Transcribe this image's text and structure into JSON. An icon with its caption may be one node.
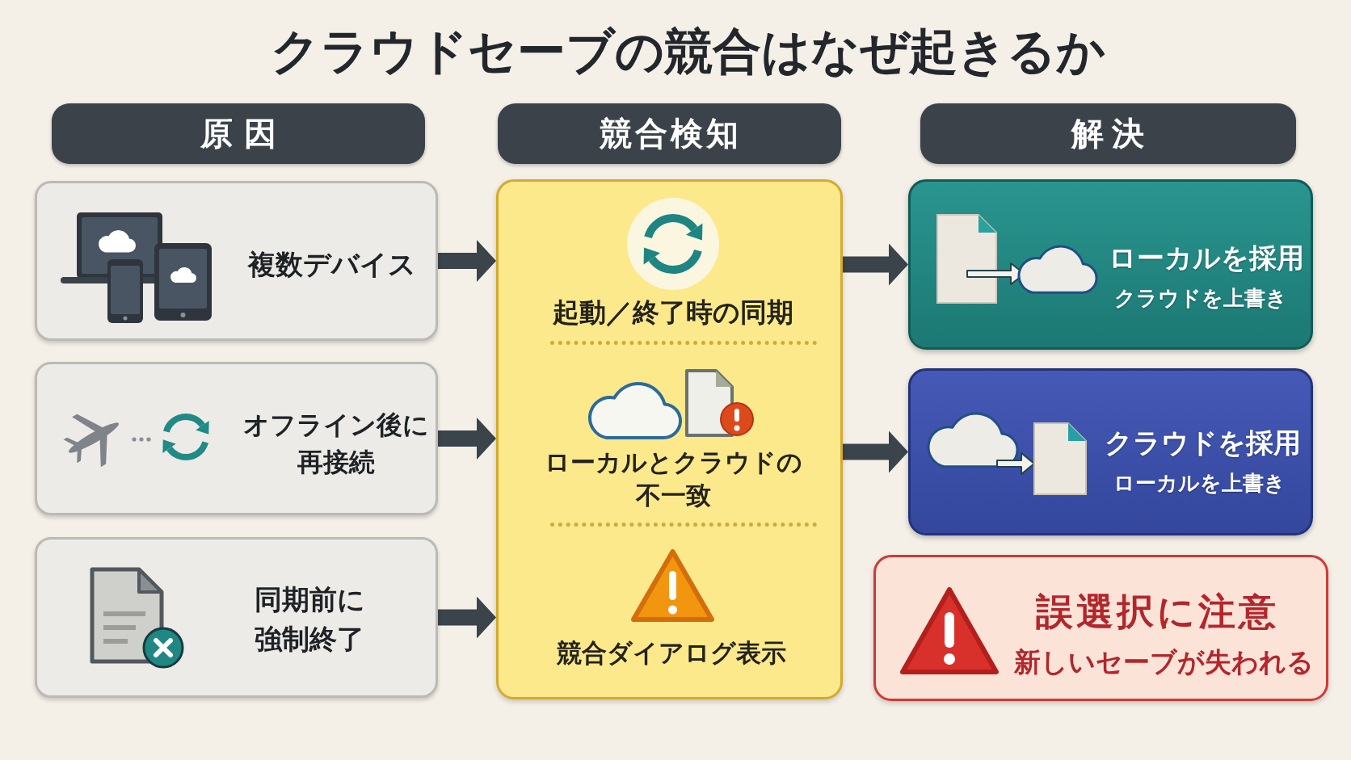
{
  "diagram": {
    "title": "クラウドセーブの競合はなぜ起きるか",
    "nodes": [
      {
        "text": [
          "原因"
        ]
      },
      {
        "text": [
          "競合検知"
        ]
      },
      {
        "text": [
          "解決"
        ]
      },
      {
        "text": [
          "複数デバイス"
        ]
      },
      {
        "text": [
          "オフライン後に再接続"
        ]
      },
      {
        "text": [
          "同期前に強制終了"
        ]
      },
      {
        "text": [
          "起動／終了時の同期",
          "ローカルとクラウドの不一致",
          "競合ダイアログ表示"
        ]
      },
      {
        "text": [
          "ローカルを採用",
          "クラウドを上書き"
        ]
      },
      {
        "text": [
          "クラウドを採用",
          "ローカルを上書き"
        ]
      },
      {
        "text": [
          "誤選択に注意",
          "新しいセーブが失われる"
        ]
      }
    ],
    "edges": [
      {
        "from": 3,
        "to": 6,
        "arrow": "to"
      },
      {
        "from": 4,
        "to": 6,
        "arrow": "to"
      },
      {
        "from": 5,
        "to": 6,
        "arrow": "to"
      },
      {
        "from": 6,
        "to": 7,
        "arrow": "to"
      },
      {
        "from": 6,
        "to": 8,
        "arrow": "to"
      }
    ]
  }
}
